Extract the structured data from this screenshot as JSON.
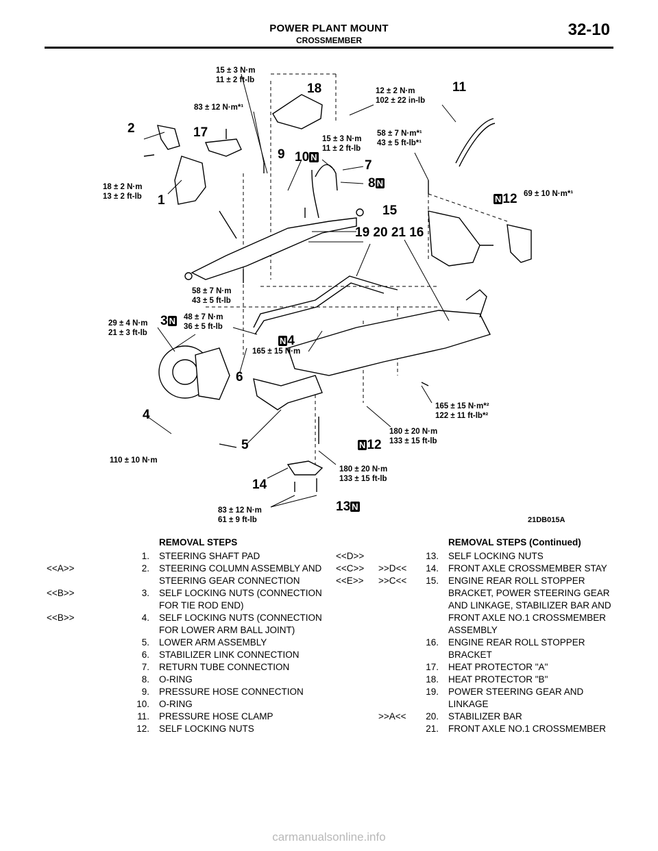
{
  "header": {
    "title": "POWER PLANT MOUNT",
    "subtitle": "CROSSMEMBER",
    "page_number": "32-10"
  },
  "diagram": {
    "code": "21DB015A",
    "torque_labels": [
      "15 ± 3 N·m\n11 ± 2 ft-lb",
      "83 ± 12 N·m*¹",
      "12 ± 2 N·m\n102 ± 22 in-lb",
      "15 ± 3 N·m\n11 ± 2 ft-lb",
      "58 ± 7 N·m*¹\n43 ± 5 ft-lb*¹",
      "18 ± 2 N·m\n13 ± 2 ft-lb",
      "69 ± 10 N·m*¹",
      "58 ± 7 N·m\n43 ± 5 ft-lb",
      "29 ± 4 N·m\n21 ± 3 ft-lb",
      "48 ± 7 N·m\n36 ± 5 ft-lb",
      "165 ± 15 N·m",
      "165 ± 15 N·m*²\n122 ± 11 ft-lb*²",
      "180 ± 20 N·m\n133 ± 15 ft-lb",
      "110 ± 10 N·m",
      "180 ± 20 N·m\n133 ± 15 ft-lb",
      "83 ± 12 N·m\n61 ± 9 ft-lb"
    ],
    "part_numbers": [
      "18",
      "11",
      "2",
      "17",
      "9",
      "10",
      "7",
      "8",
      "1",
      "12",
      "15",
      "19 20 21 16",
      "3",
      "4",
      "6",
      "4",
      "5",
      "12",
      "14",
      "13"
    ],
    "n_marker": "N"
  },
  "left_column": {
    "heading": "REMOVAL STEPS",
    "rows": [
      {
        "code": "",
        "num": "1.",
        "text": "STEERING SHAFT PAD"
      },
      {
        "code": "<<A>>",
        "num": "2.",
        "text": "STEERING COLUMN ASSEMBLY AND STEERING GEAR CONNECTION"
      },
      {
        "code": "<<B>>",
        "num": "3.",
        "text": "SELF LOCKING NUTS (CONNECTION FOR TIE ROD END)"
      },
      {
        "code": "<<B>>",
        "num": "4.",
        "text": "SELF LOCKING NUTS (CONNECTION FOR LOWER ARM BALL JOINT)"
      },
      {
        "code": "",
        "num": "5.",
        "text": "LOWER ARM ASSEMBLY"
      },
      {
        "code": "",
        "num": "6.",
        "text": "STABILIZER LINK CONNECTION"
      },
      {
        "code": "",
        "num": "7.",
        "text": "RETURN TUBE CONNECTION"
      },
      {
        "code": "",
        "num": "8.",
        "text": "O-RING"
      },
      {
        "code": "",
        "num": "9.",
        "text": "PRESSURE HOSE CONNECTION"
      },
      {
        "code": "",
        "num": "10.",
        "text": "O-RING"
      },
      {
        "code": "",
        "num": "11.",
        "text": "PRESSURE HOSE CLAMP"
      },
      {
        "code": "",
        "num": "12.",
        "text": "SELF LOCKING NUTS"
      }
    ]
  },
  "right_column": {
    "heading": "REMOVAL STEPS (Continued)",
    "rows": [
      {
        "code1": "<<D>>",
        "code2": "",
        "num": "13.",
        "text": "SELF LOCKING NUTS"
      },
      {
        "code1": "<<C>>",
        "code2": ">>D<<",
        "num": "14.",
        "text": "FRONT AXLE CROSSMEMBER STAY"
      },
      {
        "code1": "<<E>>",
        "code2": ">>C<<",
        "num": "15.",
        "text": "ENGINE REAR ROLL STOPPER BRACKET, POWER STEERING GEAR AND LINKAGE, STABILIZER BAR AND FRONT AXLE NO.1 CROSSMEMBER ASSEMBLY"
      },
      {
        "code1": "",
        "code2": "",
        "num": "16.",
        "text": "ENGINE REAR ROLL STOPPER BRACKET"
      },
      {
        "code1": "",
        "code2": "",
        "num": "17.",
        "text": "HEAT PROTECTOR \"A\""
      },
      {
        "code1": "",
        "code2": "",
        "num": "18.",
        "text": "HEAT PROTECTOR \"B\""
      },
      {
        "code1": "",
        "code2": "",
        "num": "19.",
        "text": "POWER STEERING GEAR AND LINKAGE"
      },
      {
        "code1": "",
        "code2": ">>A<<",
        "num": "20.",
        "text": "STABILIZER BAR"
      },
      {
        "code1": "",
        "code2": "",
        "num": "21.",
        "text": "FRONT AXLE NO.1 CROSSMEMBER"
      }
    ]
  },
  "watermark": "carmanualsonline.info"
}
